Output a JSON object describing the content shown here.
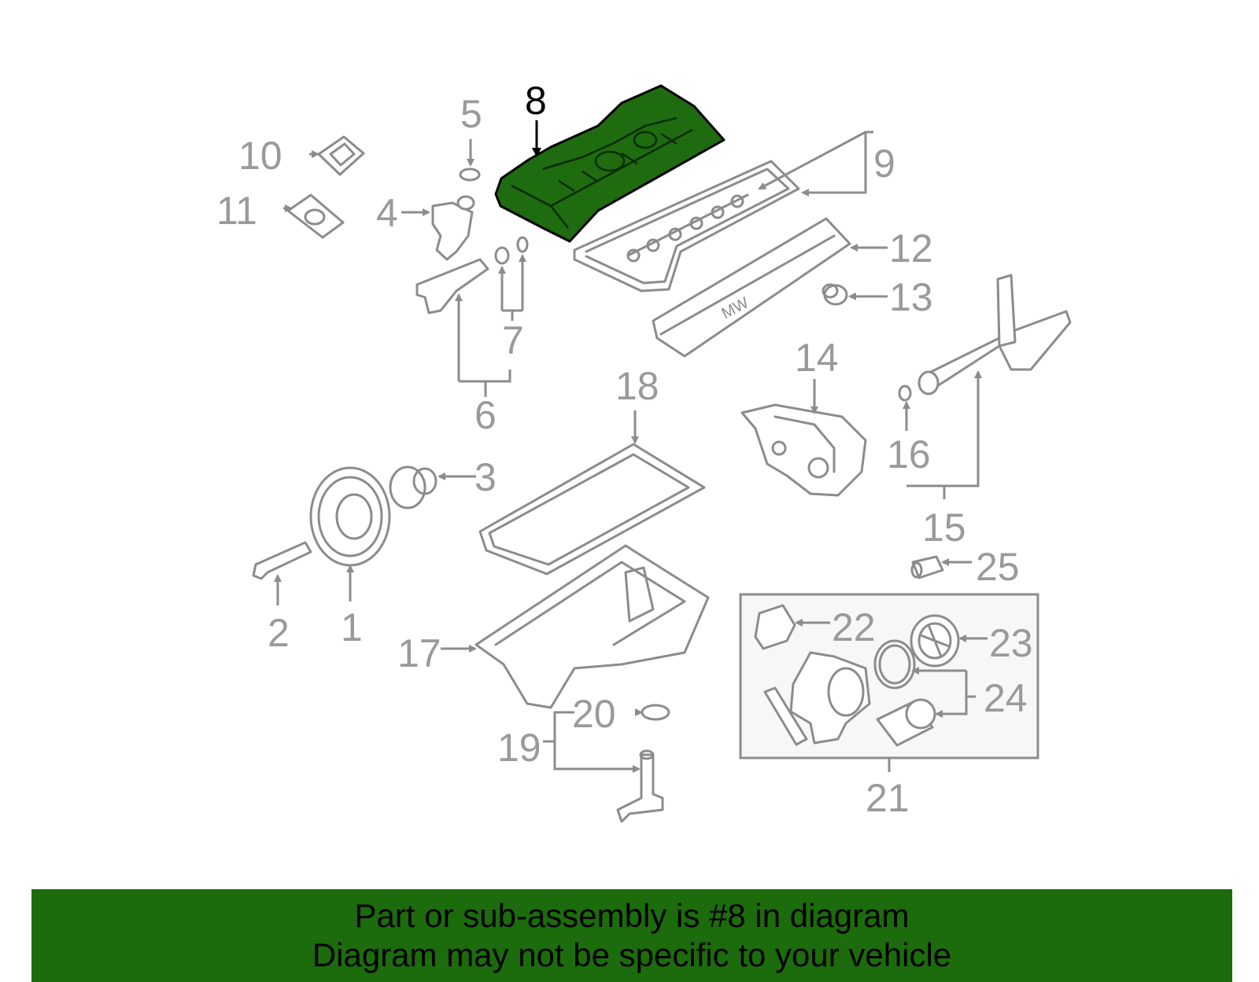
{
  "diagram": {
    "highlighted_part": "8",
    "accent_color": "#1c6b0d",
    "callouts": {
      "c1": "1",
      "c2": "2",
      "c3": "3",
      "c4": "4",
      "c5": "5",
      "c6": "6",
      "c7": "7",
      "c8": "8",
      "c9": "9",
      "c10": "10",
      "c11": "11",
      "c12": "12",
      "c13": "13",
      "c14": "14",
      "c15": "15",
      "c16": "16",
      "c17": "17",
      "c18": "18",
      "c19": "19",
      "c20": "20",
      "c21": "21",
      "c22": "22",
      "c23": "23",
      "c24": "24",
      "c25": "25"
    }
  },
  "banner": {
    "line1": "Part or sub-assembly is #8 in diagram",
    "line2": "Diagram may not be specific to your vehicle"
  }
}
